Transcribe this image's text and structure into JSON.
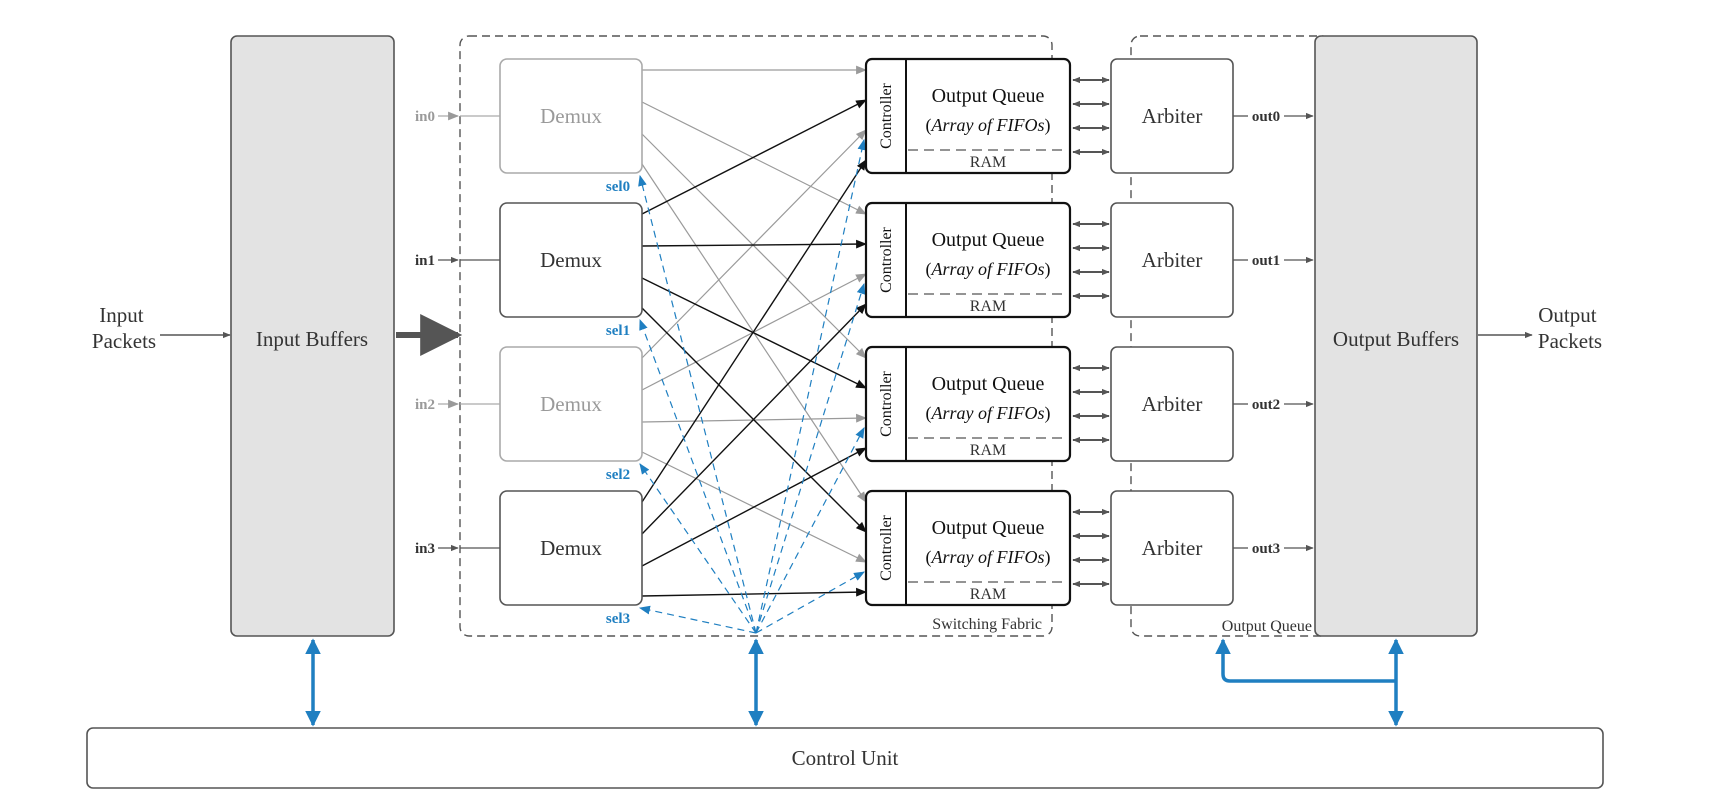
{
  "input_packets": [
    "Input",
    "Packets"
  ],
  "output_packets": [
    "Output",
    "Packets"
  ],
  "input_buffers": "Input Buffers",
  "output_buffers": "Output Buffers",
  "control_unit": "Control Unit",
  "switching_fabric": "Switching Fabric",
  "output_queue_region": "Output Queue",
  "demux": [
    {
      "label": "Demux",
      "input": "in0",
      "sel": "sel0",
      "active": false
    },
    {
      "label": "Demux",
      "input": "in1",
      "sel": "sel1",
      "active": true
    },
    {
      "label": "Demux",
      "input": "in2",
      "sel": "sel2",
      "active": false
    },
    {
      "label": "Demux",
      "input": "in3",
      "sel": "sel3",
      "active": true
    }
  ],
  "queues": [
    {
      "controller": "Controller",
      "title": "Output Queue",
      "subtitle_open": "(",
      "subtitle_text": "Array of FIFOs",
      "subtitle_close": ")",
      "ram": "RAM",
      "arbiter": "Arbiter",
      "output": "out0"
    },
    {
      "controller": "Controller",
      "title": "Output Queue",
      "subtitle_open": "(",
      "subtitle_text": "Array of FIFOs",
      "subtitle_close": ")",
      "ram": "RAM",
      "arbiter": "Arbiter",
      "output": "out1"
    },
    {
      "controller": "Controller",
      "title": "Output Queue",
      "subtitle_open": "(",
      "subtitle_text": "Array of FIFOs",
      "subtitle_close": ")",
      "ram": "RAM",
      "arbiter": "Arbiter",
      "output": "out2"
    },
    {
      "controller": "Controller",
      "title": "Output Queue",
      "subtitle_open": "(",
      "subtitle_text": "Array of FIFOs",
      "subtitle_close": ")",
      "ram": "RAM",
      "arbiter": "Arbiter",
      "output": "out3"
    }
  ],
  "colors": {
    "line": "#555555",
    "active_line": "#111111",
    "inactive_line": "#9a9a9a",
    "select_blue": "#1f7fc1",
    "buffer_fill": "#e3e3e3"
  }
}
